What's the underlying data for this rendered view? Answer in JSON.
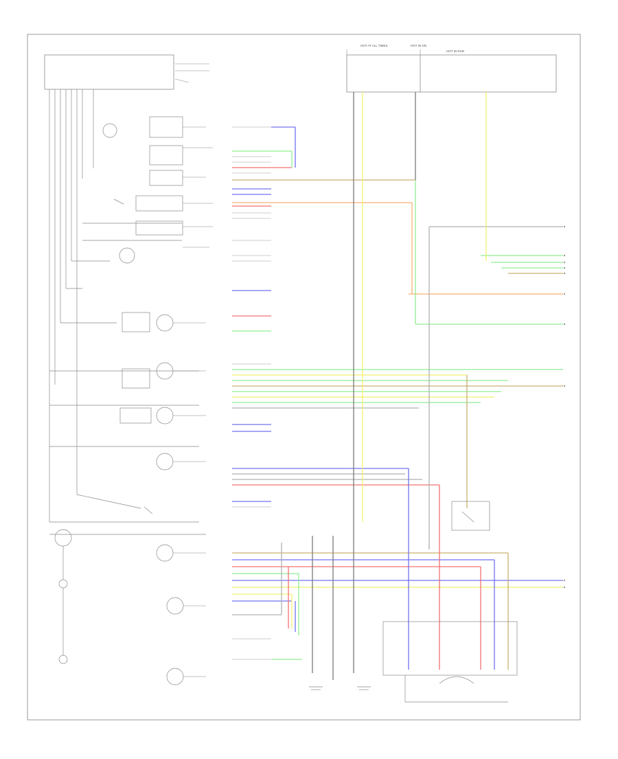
{
  "diagram": {
    "footer_left": "",
    "footer_right": "",
    "header_labels": [
      "HOT AT ALL TIMES",
      "HOT IN ON",
      "HOT IN RUN"
    ]
  },
  "colors": {
    "frame": "#9a9a9a",
    "wire_black": "#7a7a7a",
    "wire_yellow": "#f0f070",
    "wire_green": "#90ee90",
    "wire_blue": "#7070f0",
    "wire_red": "#f07070",
    "wire_orange": "#f8b070",
    "wire_tan": "#c8b070",
    "wire_gray": "#b0b0b0",
    "wire_pink": "#f0a0c0"
  }
}
